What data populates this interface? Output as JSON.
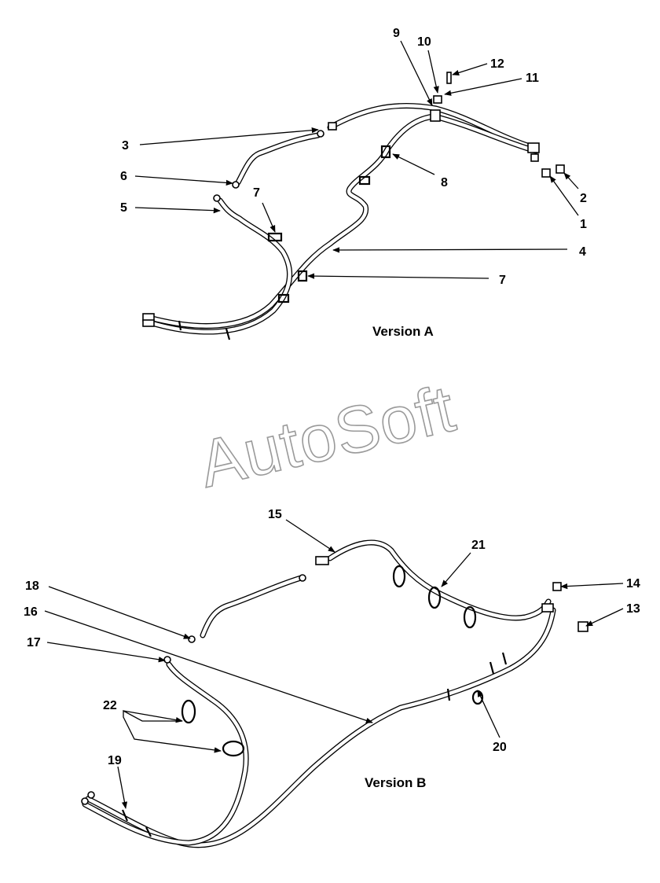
{
  "watermark": "AutoSoft",
  "version_a": {
    "caption": "Version A",
    "labels": [
      "1",
      "2",
      "3",
      "4",
      "5",
      "6",
      "7",
      "7",
      "8",
      "9",
      "10",
      "11",
      "12"
    ]
  },
  "version_b": {
    "caption": "Version B",
    "labels": [
      "13",
      "14",
      "15",
      "16",
      "17",
      "18",
      "19",
      "20",
      "21",
      "22"
    ]
  }
}
